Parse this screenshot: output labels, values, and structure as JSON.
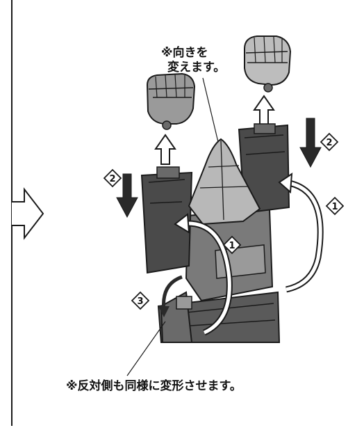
{
  "annotations": {
    "top_note_line1": "※向きを",
    "top_note_line2": "変えます。",
    "bottom_note": "※反対側も同様に変形させます。"
  },
  "step_markers": {
    "step1": "1",
    "step2": "2",
    "step3": "3"
  },
  "colors": {
    "line": "#1a1a1a",
    "robot_dark": "#4a4a4a",
    "robot_mid": "#8a8a8a",
    "robot_light": "#c4c4c4",
    "arrow_fill": "#2a2a2a"
  },
  "icons": [
    "flow-arrow-icon",
    "fist-icon",
    "rotate-arrow-icon",
    "down-arrow-icon",
    "up-arrow-icon"
  ]
}
